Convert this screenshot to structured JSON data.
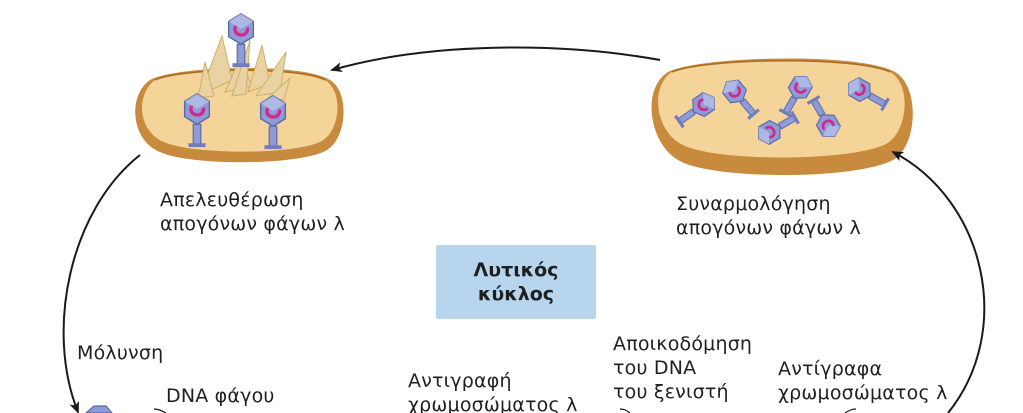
{
  "labels": {
    "release": [
      "Απελευθέρωση",
      "απογόνων φάγων λ"
    ],
    "assembly": [
      "Συναρμολόγηση",
      "απογόνων φάγων λ"
    ],
    "infection": "Μόλυνση",
    "phage_dna": "DNA φάγου",
    "replication": [
      "Αντιγραφή",
      "χρωμοσώματος λ"
    ],
    "degradation": [
      "Αποικοδόμηση",
      "του DNA",
      "του ξενιστή"
    ],
    "copies": [
      "Αντίγραφα",
      "χρωμοσώματος λ"
    ]
  },
  "cycle": {
    "title": [
      "Λυτικός",
      "κύκλος"
    ]
  },
  "colors": {
    "cell_wall": "#c88a3c",
    "cytoplasm": "#f5d49a",
    "phage_head": "#8e9bd6",
    "phage_dna": "#cc2a8c",
    "arrow": "#1a1a1a",
    "box": "#b7d6ee"
  }
}
